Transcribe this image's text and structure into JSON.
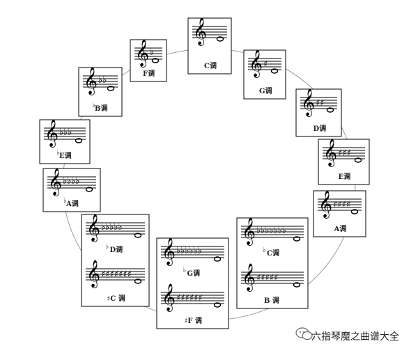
{
  "diagram": {
    "circle_stroke": "#9a9a9a",
    "keys": [
      {
        "label": "C调",
        "sig": ""
      },
      {
        "label": "G调",
        "sig": "♯"
      },
      {
        "label": "D调",
        "sig": "♯♯"
      },
      {
        "label": "E调",
        "sig": "♯♯♯"
      },
      {
        "label": "A调",
        "sig": "♯♯♯♯"
      },
      {
        "label": "F调",
        "sig": "♭"
      },
      {
        "label": "B调",
        "sig": "♭♭"
      },
      {
        "label": "E调",
        "sig": "♭♭♭"
      },
      {
        "label": "A调",
        "sig": "♭♭♭♭"
      },
      {
        "label": "D调",
        "sig": "♭♭♭♭♭",
        "label2": "♯C 调",
        "sig2": "♯♯♯♯♯♯♯"
      },
      {
        "label": "G调",
        "sig": "♭♭♭♭♭♭",
        "label2": "♯F 调",
        "sig2": "♯♯♯♯♯♯"
      },
      {
        "label": "C调",
        "sig": "♭♭♭♭♭♭♭",
        "label2": "B 调",
        "sig2": "♯♯♯♯♯"
      }
    ],
    "flat_prefix": "♭",
    "clef_glyph": "𝄞",
    "note_glyph": "𝅝"
  },
  "watermark": {
    "text": "六指琴魔之曲谱大全",
    "icon": "wechat-icon"
  }
}
